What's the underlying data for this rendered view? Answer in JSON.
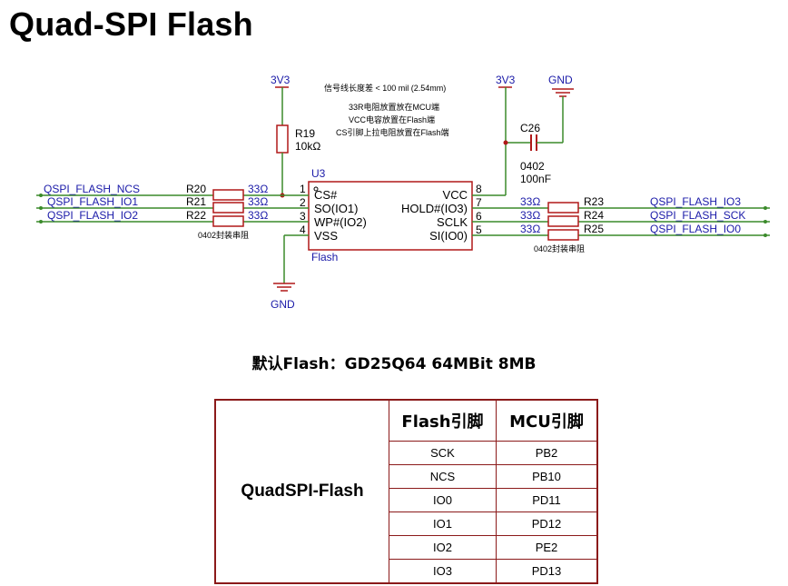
{
  "title": "Quad-SPI Flash",
  "schematic": {
    "power_left": "3V3",
    "power_right": "3V3",
    "gnd_top": "GND",
    "gnd_bottom": "GND",
    "notes": [
      "信号线长度差 < 100 mil (2.54mm)",
      "33R电阻放置放在MCU端",
      "VCC电容放置在Flash端",
      "CS引脚上拉电阻放置在Flash端"
    ],
    "r19_ref": "R19",
    "r19_val": "10kΩ",
    "c26_ref": "C26",
    "c26_pkg": "0402",
    "c26_val": "100nF",
    "u3_ref": "U3",
    "u3_name": "Flash",
    "pins_left": [
      {
        "num": "1",
        "name": "CS#"
      },
      {
        "num": "2",
        "name": "SO(IO1)"
      },
      {
        "num": "3",
        "name": "WP#(IO2)"
      },
      {
        "num": "4",
        "name": "VSS"
      }
    ],
    "pins_right": [
      {
        "num": "8",
        "name": "VCC"
      },
      {
        "num": "7",
        "name": "HOLD#(IO3)"
      },
      {
        "num": "6",
        "name": "SCLK"
      },
      {
        "num": "5",
        "name": "SI(IO0)"
      }
    ],
    "left_nets": [
      {
        "net": "QSPI_FLASH_NCS",
        "ref": "R20",
        "val": "33Ω"
      },
      {
        "net": "QSPI_FLASH_IO1",
        "ref": "R21",
        "val": "33Ω"
      },
      {
        "net": "QSPI_FLASH_IO2",
        "ref": "R22",
        "val": "33Ω"
      }
    ],
    "right_nets": [
      {
        "net": "QSPI_FLASH_IO3",
        "ref": "R23",
        "val": "33Ω"
      },
      {
        "net": "QSPI_FLASH_SCK",
        "ref": "R24",
        "val": "33Ω"
      },
      {
        "net": "QSPI_FLASH_IO0",
        "ref": "R25",
        "val": "33Ω"
      }
    ],
    "left_pkg_note": "0402封装串阻",
    "right_pkg_note": "0402封装串阻"
  },
  "subtitle": "默认Flash：GD25Q64 64MBit 8MB",
  "table": {
    "group_label": "QuadSPI-Flash",
    "col1_header": "Flash引脚",
    "col2_header": "MCU引脚",
    "rows": [
      {
        "flash": "SCK",
        "mcu": "PB2"
      },
      {
        "flash": "NCS",
        "mcu": "PB10"
      },
      {
        "flash": "IO0",
        "mcu": "PD11"
      },
      {
        "flash": "IO1",
        "mcu": "PD12"
      },
      {
        "flash": "IO2",
        "mcu": "PE2"
      },
      {
        "flash": "IO3",
        "mcu": "PD13"
      }
    ]
  },
  "colors": {
    "wire": "#3a8a2a",
    "component": "#b01818",
    "net_label": "#1a1aa8",
    "ref_label": "#1a1aa8",
    "table_border": "#8b1a1a"
  }
}
